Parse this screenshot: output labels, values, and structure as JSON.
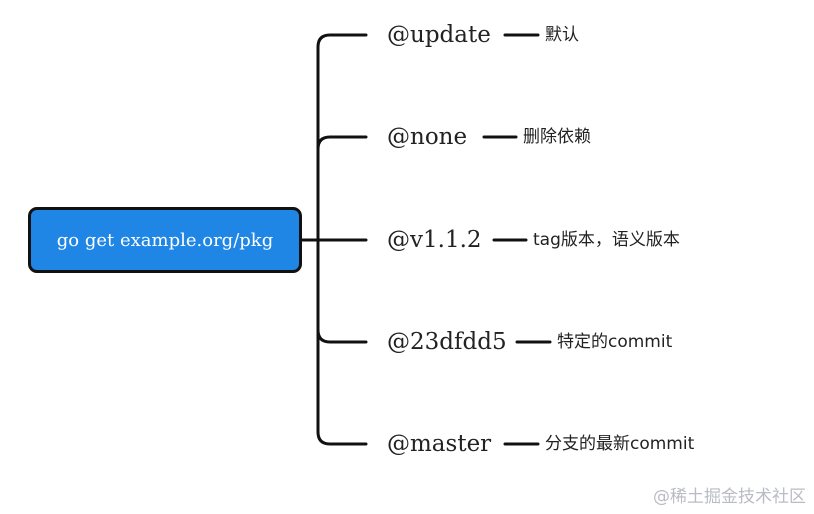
{
  "root": {
    "label": "go get example.org/pkg"
  },
  "branches": [
    {
      "label": "@update",
      "desc": "默认"
    },
    {
      "label": "@none",
      "desc": "删除依赖"
    },
    {
      "label": "@v1.1.2",
      "desc": "tag版本，语义版本"
    },
    {
      "label": "@23dfdd5",
      "desc": "特定的commit"
    },
    {
      "label": "@master",
      "desc": "分支的最新commit"
    }
  ],
  "watermark": "@稀土掘金技术社区",
  "colors": {
    "root_fill": "#1f86e6",
    "line": "#111111",
    "text": "#222222",
    "watermark": "#b9bcc4"
  }
}
